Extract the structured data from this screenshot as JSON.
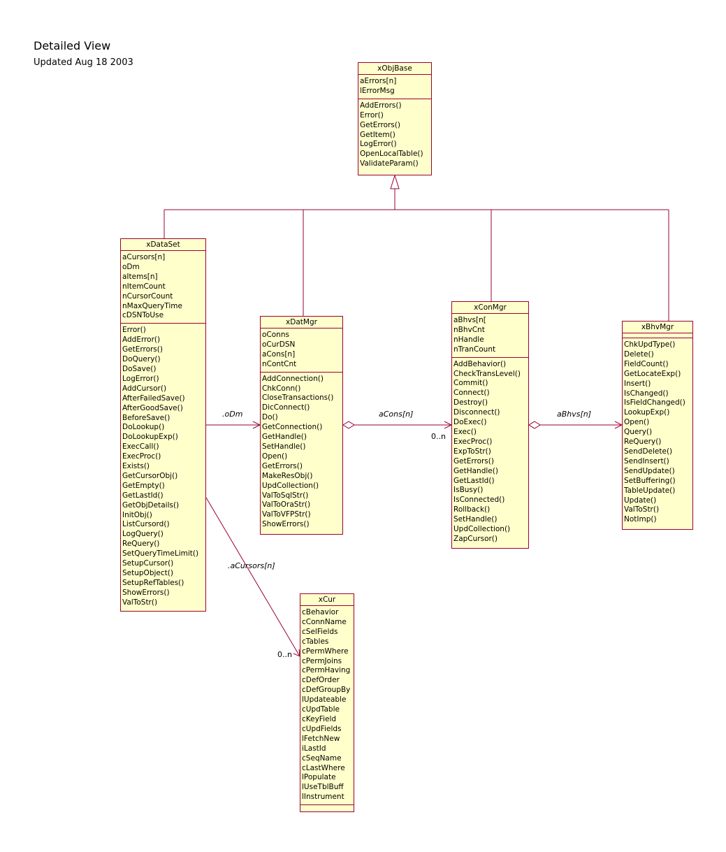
{
  "header": {
    "title": "Detailed View",
    "subtitle": "Updated Aug 18 2003"
  },
  "classes": {
    "xObjBase": {
      "name": "xObjBase",
      "attributes": [
        "aErrors[n]",
        "lErrorMsg"
      ],
      "operations": [
        "AddErrors()",
        "Error()",
        "GetErrors()",
        "GetItem()",
        "LogError()",
        "OpenLocalTable()",
        "ValidateParam()"
      ]
    },
    "xDataSet": {
      "name": "xDataSet",
      "attributes": [
        "aCursors[n]",
        "oDm",
        "aItems[n]",
        "nItemCount",
        "nCursorCount",
        "nMaxQueryTime",
        "cDSNToUse"
      ],
      "operations": [
        "Error()",
        "AddError()",
        "GetErrors()",
        "DoQuery()",
        "DoSave()",
        "LogError()",
        "AddCursor()",
        "AfterFailedSave()",
        "AfterGoodSave()",
        "BeforeSave()",
        "DoLookup()",
        "DoLookupExp()",
        "ExecCall()",
        "ExecProc()",
        "Exists()",
        "GetCursorObj()",
        "GetEmpty()",
        "GetLastId()",
        "GetObjDetails()",
        "InitObj()",
        "ListCursord()",
        "LogQuery()",
        "ReQuery()",
        "SetQueryTimeLimit()",
        "SetupCursor()",
        "SetupObject()",
        "SetupRefTables()",
        "ShowErrors()",
        "ValToStr()"
      ]
    },
    "xDatMgr": {
      "name": "xDatMgr",
      "attributes": [
        "oConns",
        "oCurDSN",
        "aCons[n]",
        "nContCnt"
      ],
      "operations": [
        "AddConnection()",
        "ChkConn()",
        "CloseTransactions()",
        "DicConnect()",
        "Do()",
        "GetConnection()",
        "GetHandle()",
        "SetHandle()",
        "Open()",
        "GetErrors()",
        "MakeResObj()",
        "UpdCollection()",
        "ValToSqlStr()",
        "ValToOraStr()",
        "ValToVFPStr()",
        "ShowErrors()"
      ]
    },
    "xConMgr": {
      "name": "xConMgr",
      "attributes": [
        "aBhvs[n[",
        "nBhvCnt",
        "nHandle",
        "nTranCount"
      ],
      "operations": [
        "AddBehavior()",
        "CheckTransLevel()",
        "Commit()",
        "Connect()",
        "Destroy()",
        "Disconnect()",
        "DoExec()",
        "Exec()",
        "ExecProc()",
        "ExpToStr()",
        "GetErrors()",
        "GetHandle()",
        "GetLastId()",
        "IsBusy()",
        "IsConnected()",
        "Rollback()",
        "SetHandle()",
        "UpdCollection()",
        "ZapCursor()"
      ]
    },
    "xBhvMgr": {
      "name": "xBhvMgr",
      "attributes": [],
      "operations": [
        "ChkUpdType()",
        "Delete()",
        "FieldCount()",
        "GetLocateExp()",
        "Insert()",
        "IsChanged()",
        "IsFieldChanged()",
        "LookupExp()",
        "Open()",
        "Query()",
        "ReQuery()",
        "SendDelete()",
        "SendInsert()",
        "SendUpdate()",
        "SetBuffering()",
        "TableUpdate()",
        "Update()",
        "ValToStr()",
        "NotImp()"
      ]
    },
    "xCur": {
      "name": "xCur",
      "attributes": [
        "cBehavior",
        "cConnName",
        "cSelFields",
        "cTables",
        "cPermWhere",
        "cPermJoins",
        "cPermHaving",
        "cDefOrder",
        "cDefGroupBy",
        "lUpdateable",
        "cUpdTable",
        "cKeyField",
        "cUpdFields",
        "lFetchNew",
        "iLastId",
        "cSeqName",
        "cLastWhere",
        "lPopulate",
        "lUseTblBuff",
        "lInstrument"
      ],
      "operations": []
    }
  },
  "associations": {
    "odm": {
      "label": ".oDm"
    },
    "acons": {
      "label": "aCons[n]",
      "multiplicity": "0..n"
    },
    "abhvs": {
      "label": "aBhvs[n]"
    },
    "acursors": {
      "label": ".aCursors[n]",
      "multiplicity": "0..n"
    }
  },
  "colors": {
    "box_fill": "#ffffcc",
    "box_border": "#990033",
    "line": "#990033"
  }
}
